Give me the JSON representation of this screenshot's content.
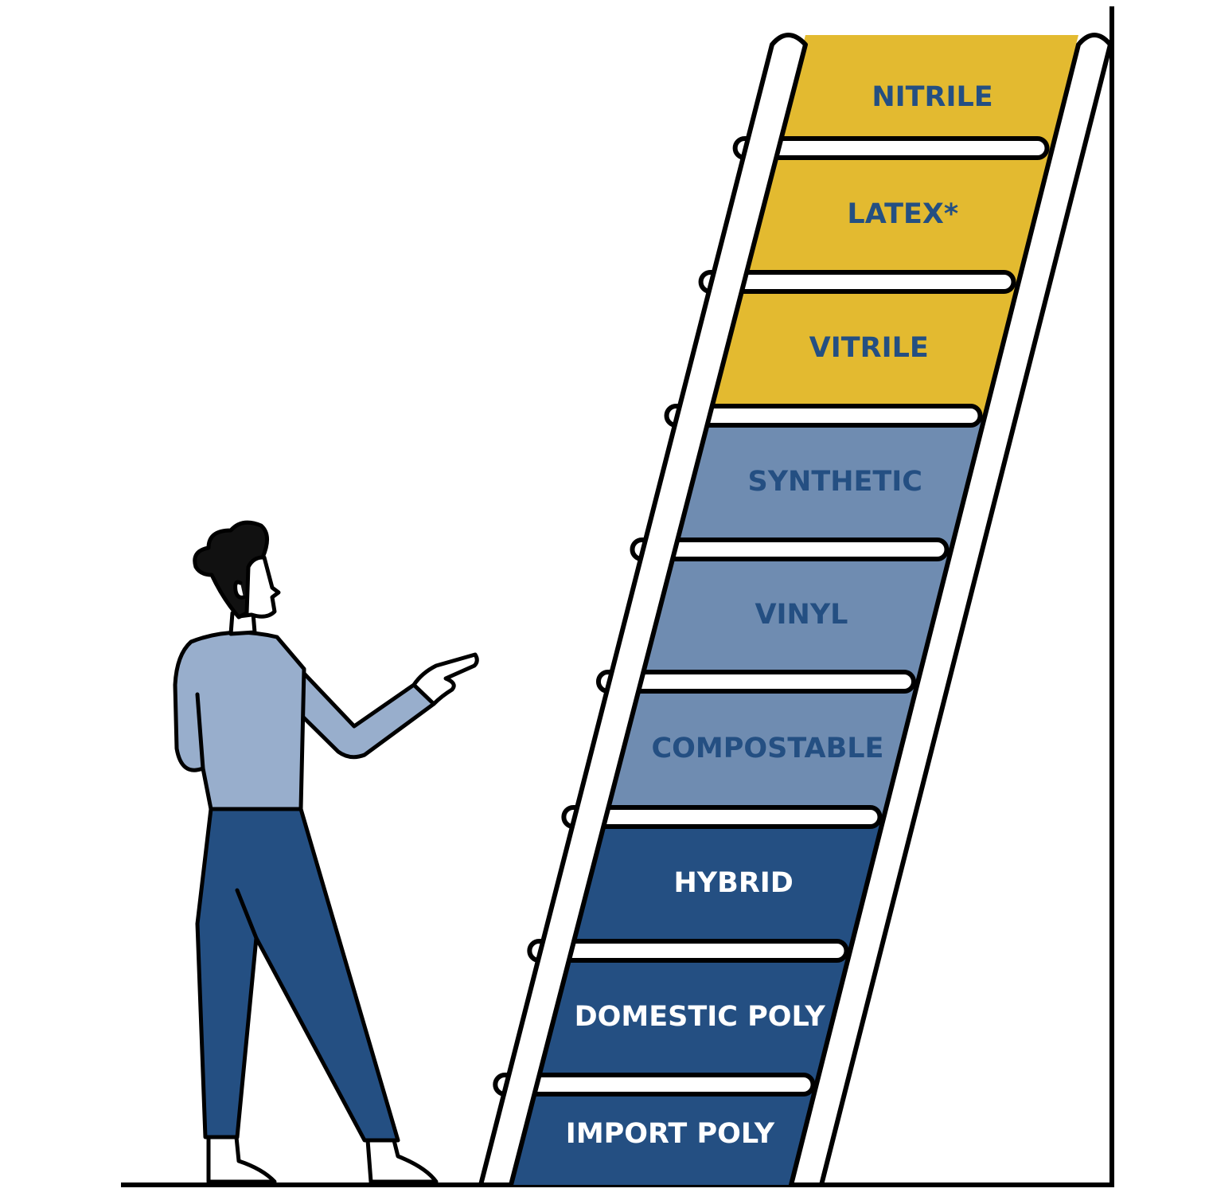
{
  "colors": {
    "gold": "#E3BA30",
    "steel": "#6F8CB1",
    "navy": "#244F82",
    "shirt": "#98AECC",
    "outline": "#000000",
    "label_dark": "#244F82",
    "label_mid": "#244F82",
    "label_light": "#FFFFFF"
  },
  "ladder": {
    "steps": [
      {
        "label": "NITRILE",
        "tier": "gold"
      },
      {
        "label": "LATEX*",
        "tier": "gold"
      },
      {
        "label": "VITRILE",
        "tier": "gold"
      },
      {
        "label": "SYNTHETIC",
        "tier": "steel"
      },
      {
        "label": "VINYL",
        "tier": "steel"
      },
      {
        "label": "COMPOSTABLE",
        "tier": "steel"
      },
      {
        "label": "HYBRID",
        "tier": "navy"
      },
      {
        "label": "DOMESTIC POLY",
        "tier": "navy"
      },
      {
        "label": "IMPORT POLY",
        "tier": "navy"
      }
    ]
  },
  "figure": {
    "pose": "standing-pointing-up"
  }
}
